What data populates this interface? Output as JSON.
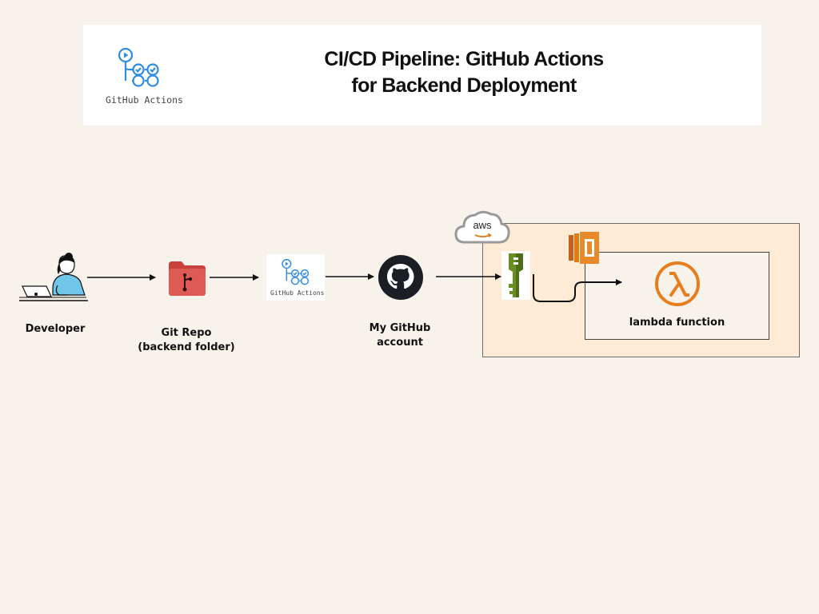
{
  "header": {
    "logo_caption": "GitHub Actions",
    "title_line1": "CI/CD Pipeline: GitHub Actions",
    "title_line2": "for Backend Deployment"
  },
  "nodes": {
    "developer": "Developer",
    "git_repo_line1": "Git Repo",
    "git_repo_line2": "(backend folder)",
    "github_actions_caption": "GitHub Actions",
    "github_account_line1": "My GitHub",
    "github_account_line2": "account",
    "aws_badge": "aws",
    "lambda": "lambda function"
  },
  "colors": {
    "background": "#f7f2ea",
    "aws_region": "#fdebd6",
    "github_actions_blue": "#2f8ce0",
    "repo_red": "#d9534f",
    "aws_orange": "#e07b1a",
    "secrets_green": "#6b8e23"
  }
}
